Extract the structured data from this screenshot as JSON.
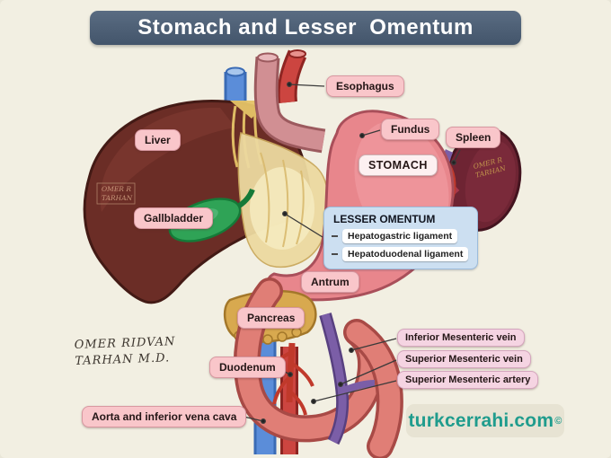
{
  "title": "Stomach and Lesser  Omentum",
  "labels": {
    "esophagus": "Esophagus",
    "liver": "Liver",
    "fundus": "Fundus",
    "spleen": "Spleen",
    "stomach": "STOMACH",
    "gallbladder": "Gallbladder",
    "lesser_omentum": "LESSER OMENTUM",
    "hepatogastric": "Hepatogastric ligament",
    "hepatoduodenal": "Hepatoduodenal ligament",
    "antrum": "Antrum",
    "pancreas": "Pancreas",
    "duodenum": "Duodenum",
    "inferior_mesenteric_vein": "Inferior Mesenteric vein",
    "superior_mesenteric_vein": "Superior Mesenteric vein",
    "superior_mesenteric_artery": "Superior Mesenteric artery",
    "aorta_ivc": "Aorta and inferior vena cava"
  },
  "signature": {
    "line1": "OMER  RIDVAN",
    "line2": "TARHAN  M.D."
  },
  "stamps": {
    "liver": {
      "line1": "OMER R",
      "line2": "TARHAN"
    },
    "spleen": {
      "line1": "OMER R",
      "line2": "TARHAN"
    }
  },
  "watermark": {
    "text": "turkcerrahi.com",
    "copyright": "©"
  },
  "colors": {
    "title_bg": "#43556b",
    "label_pink": "#f9c6ca",
    "panel_blue": "#ccdff1",
    "watermark_teal": "#1f9c8d",
    "liver": "#6b2d26",
    "stomach": "#e8868c",
    "spleen": "#6e2433",
    "gallbladder": "#2fa356",
    "pancreas": "#d8a94f",
    "vein_blue": "#5b8dd9",
    "artery_red": "#cc4540",
    "portal_purple": "#7b5ea7",
    "omentum": "#ecd9a0",
    "background": "#f2efe2"
  }
}
